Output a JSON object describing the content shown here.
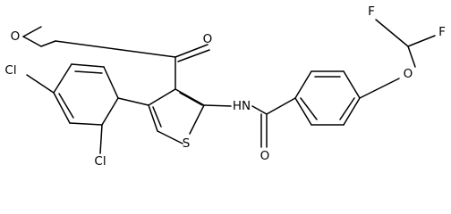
{
  "molecule": {
    "atom_labels": {
      "o_methoxy": "O",
      "o_carbonyl_ester": "O",
      "s_ring": "S",
      "nh": "HN",
      "o_amide": "O",
      "o_ether": "O",
      "f_1": "F",
      "f_2": "F",
      "cl_4": "Cl",
      "cl_2": "Cl"
    }
  }
}
